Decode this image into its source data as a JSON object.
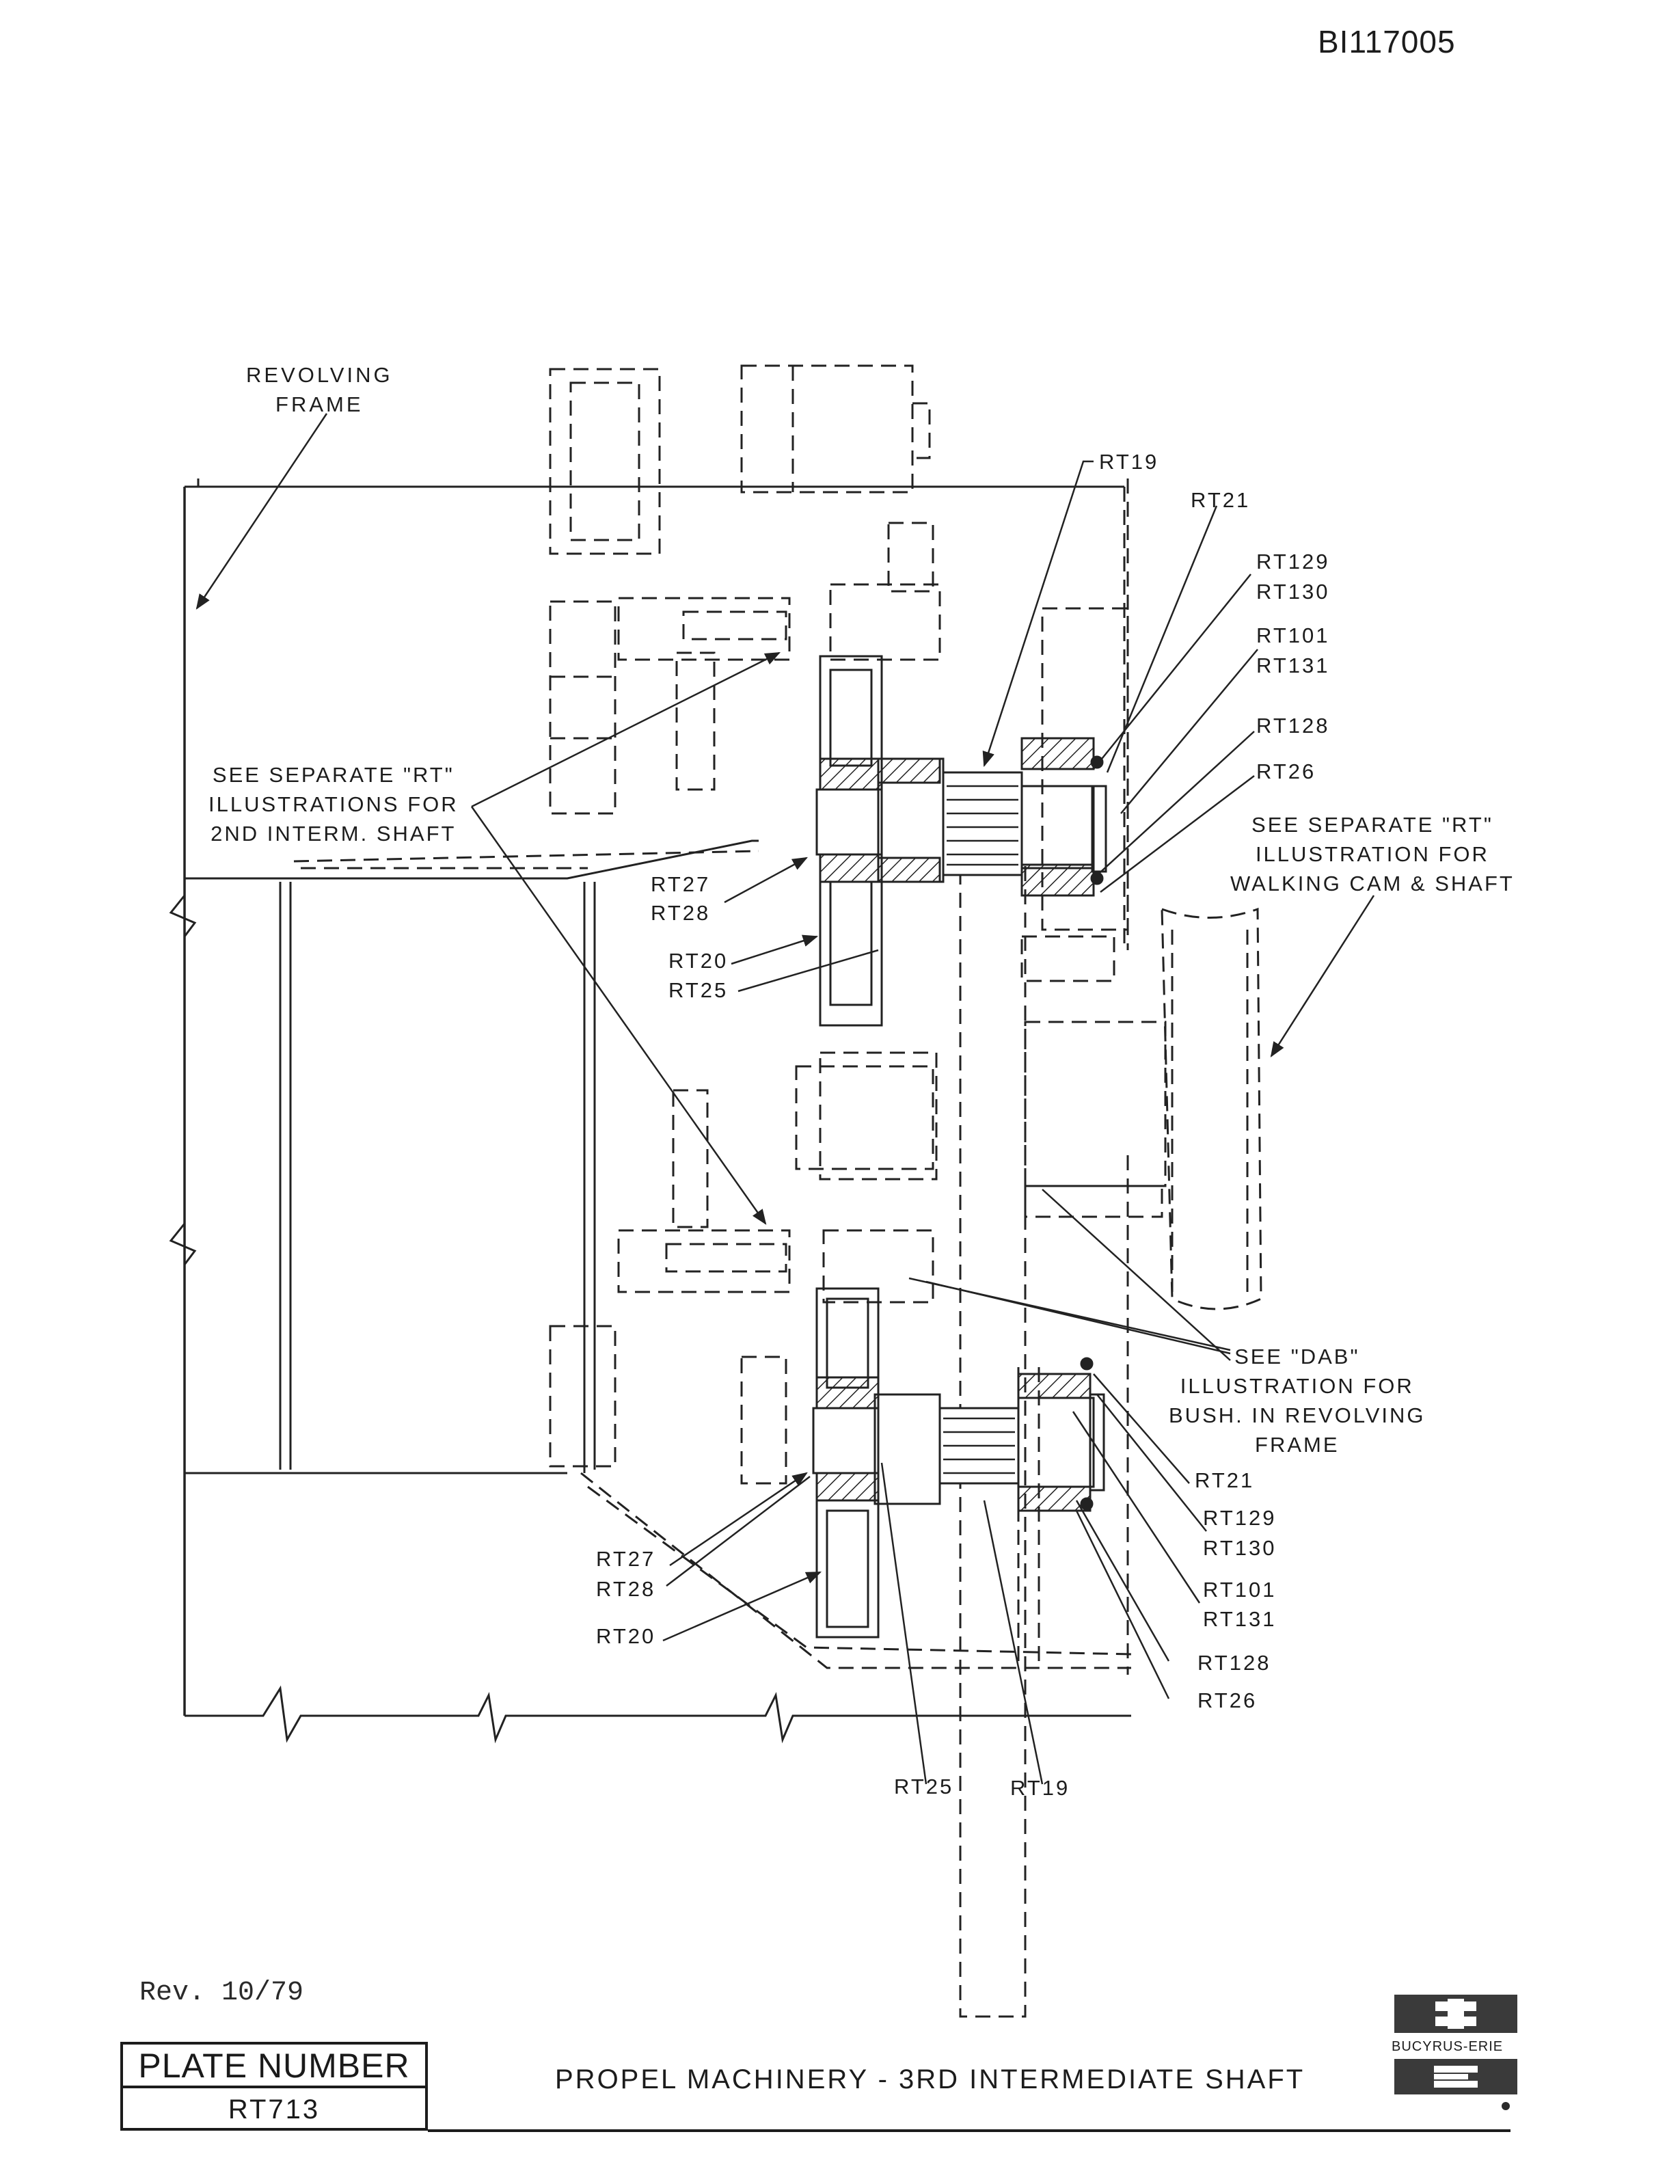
{
  "header": {
    "doc_id": "BI117005"
  },
  "drawing": {
    "labels": {
      "revolving_frame": "REVOLVING\nFRAME",
      "see_rt_2nd": "SEE SEPARATE \"RT\"\nILLUSTRATIONS FOR\n2ND INTERM. SHAFT",
      "see_rt_walking": "SEE SEPARATE \"RT\"\nILLUSTRATION FOR\nWALKING CAM & SHAFT",
      "see_dab": "SEE \"DAB\"\nILLUSTRATION FOR\nBUSH. IN REVOLVING\nFRAME",
      "upper": {
        "rt19": "RT19",
        "rt21": "RT21",
        "rt129": "RT129",
        "rt130": "RT130",
        "rt101": "RT101",
        "rt131": "RT131",
        "rt128": "RT128",
        "rt26": "RT26",
        "rt27": "RT27",
        "rt28": "RT28",
        "rt20": "RT20",
        "rt25": "RT25"
      },
      "lower": {
        "rt21": "RT21",
        "rt129": "RT129",
        "rt130": "RT130",
        "rt101": "RT101",
        "rt131": "RT131",
        "rt128": "RT128",
        "rt26": "RT26",
        "rt27": "RT27",
        "rt28": "RT28",
        "rt20": "RT20",
        "rt25": "RT25",
        "rt19": "RT19"
      }
    }
  },
  "footer": {
    "revision": "Rev. 10/79",
    "plate_label": "PLATE NUMBER",
    "plate_number": "RT713",
    "title": "PROPEL MACHINERY - 3RD INTERMEDIATE SHAFT",
    "brand": "BUCYRUS-ERIE"
  }
}
